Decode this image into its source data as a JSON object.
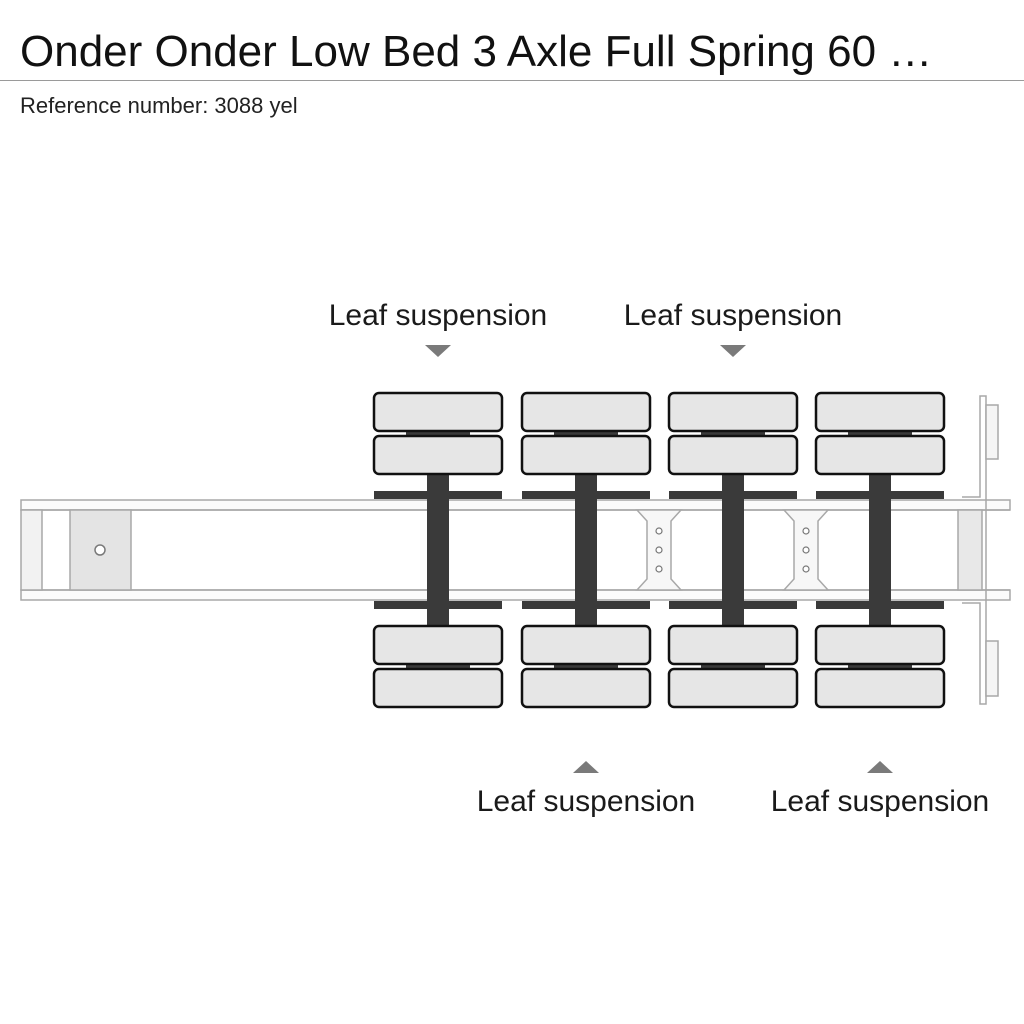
{
  "header": {
    "title": "Onder Onder Low Bed 3 Axle Full Spring 60 …",
    "reference": "Reference number: 3088 yel"
  },
  "diagram": {
    "colors": {
      "tire_fill": "#e6e6e6",
      "tire_stroke": "#111111",
      "axle": "#3a3a3a",
      "frame": "#a8a8a8",
      "arrow": "#7a7a7a"
    },
    "labels": {
      "top_1": "Leaf suspension",
      "top_2": "Leaf suspension",
      "bottom_1": "Leaf suspension",
      "bottom_2": "Leaf suspension"
    }
  }
}
